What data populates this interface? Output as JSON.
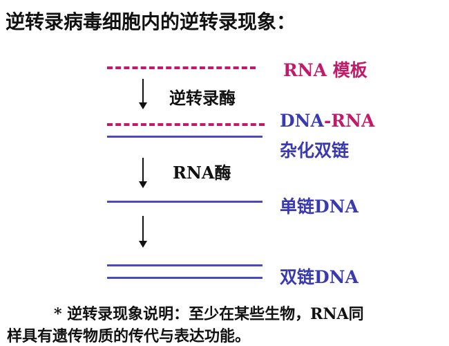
{
  "title": "逆转录病毒细胞内的逆转录现象：",
  "labels": {
    "rna_template": "RNA 模板",
    "hybrid_dna": "DNA",
    "hybrid_sep": "-",
    "hybrid_rna": "RNA",
    "hybrid_desc": "杂化双链",
    "single_strand": "单链DNA",
    "double_strand": "双链DNA"
  },
  "enzymes": {
    "reverse_transcriptase": "逆转录酶",
    "rnase": "RNA酶"
  },
  "note": {
    "line1": "*  逆转录现象说明：至少在某些生物，RNA同",
    "line2": "样具有遗传物质的传代与表达功能。"
  },
  "colors": {
    "rna": "#c21a6a",
    "dna": "#3a3ab0"
  }
}
